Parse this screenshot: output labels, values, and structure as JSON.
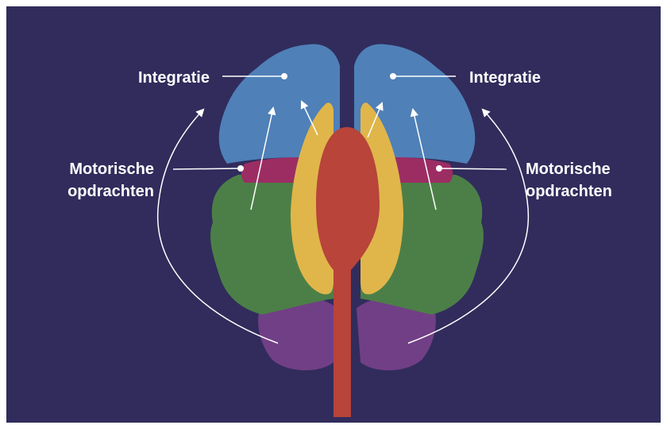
{
  "labels": {
    "integration_left": "Integratie",
    "integration_right": "Integratie",
    "motor_left_line1": "Motorische",
    "motor_left_line2": "opdrachten",
    "motor_right_line1": "Motorische",
    "motor_right_line2": "opdrachten"
  },
  "colors": {
    "background": "#312c5c",
    "frontal_lobe": "#4f80b8",
    "motor_strip": "#9c2d63",
    "middle_lobes": "#4c7f47",
    "occipital_lobe": "#713f86",
    "midbrain": "#e0b64a",
    "brainstem": "#b8443a",
    "arrows": "#ffffff"
  }
}
